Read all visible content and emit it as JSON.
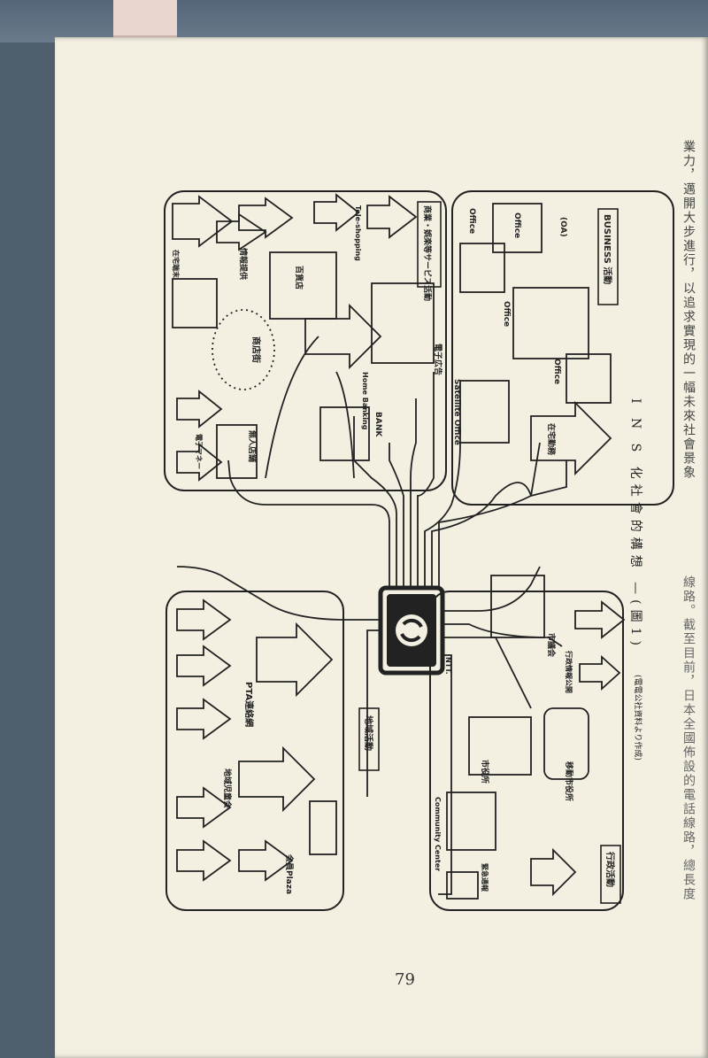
{
  "page": {
    "number": "79",
    "side_text_top": "業力，邁開大步進行，以追求實現的一幅未來社會景象",
    "side_text_bottom": "線路。截至目前，日本全國佈設的電話線路，總長度"
  },
  "figure": {
    "title": "I N S 化社會的構想 —(圖1)",
    "source": "(電電公社資料より作成)",
    "hub_label": "NTT.",
    "sections": {
      "business": {
        "banner": "BUSINESS 活動",
        "labels": [
          "Office",
          "Office",
          "(OA)",
          "Office",
          "Office",
          "Satellite Office",
          "在宅勤務"
        ]
      },
      "commerce": {
        "banner": "商業・娯楽等サービス活動",
        "labels": [
          "電子広告",
          "Home Banking",
          "BANK",
          "Tele-shopping",
          "百貨店",
          "情報提供",
          "商店街",
          "無人店舗",
          "電子マネー",
          "在宅端末"
        ]
      },
      "community": {
        "banner": "地域活動",
        "labels": [
          "PTA連絡網",
          "地域児童会",
          "会員Plaza"
        ]
      },
      "government": {
        "banner": "行政活動",
        "labels": [
          "市議会",
          "行政情報公開",
          "市役所",
          "移動市役所",
          "Community Center",
          "緊急通報"
        ]
      }
    }
  },
  "colors": {
    "ink": "#222222",
    "paper": "#f3f0e2",
    "cover": "#4f5f6e"
  }
}
